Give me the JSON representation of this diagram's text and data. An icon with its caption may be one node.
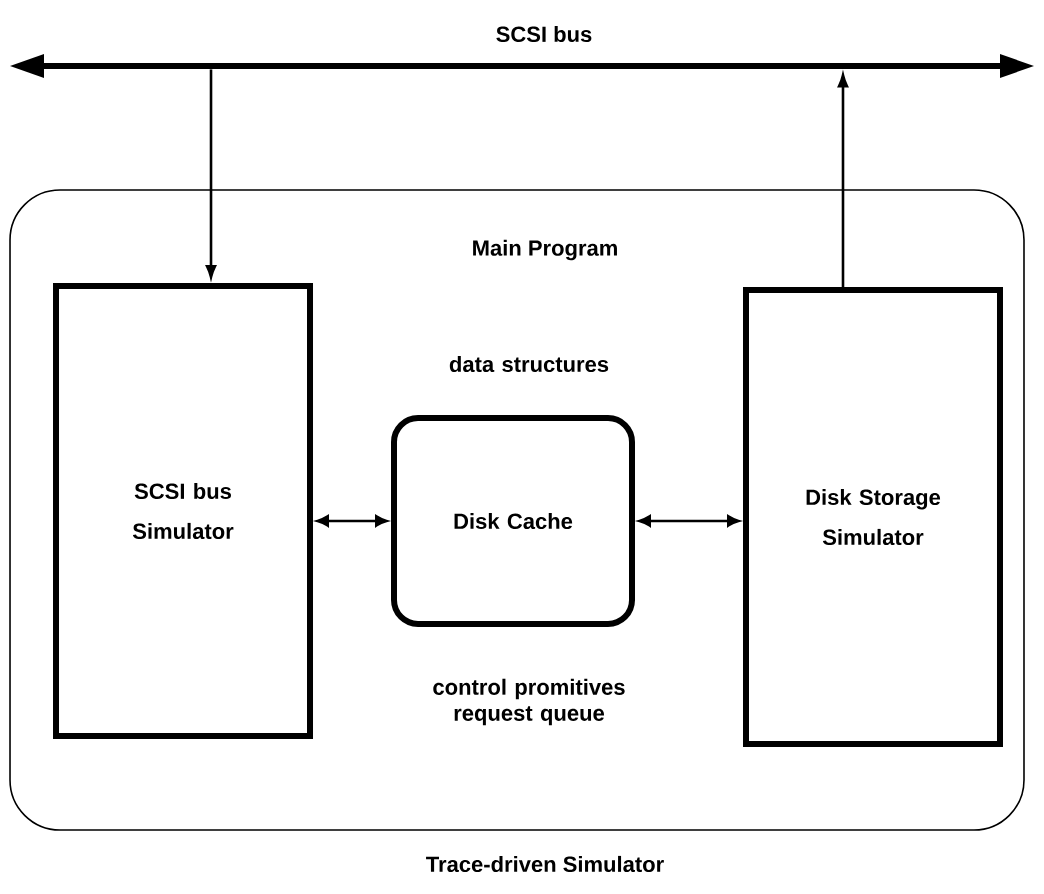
{
  "diagram": {
    "nodes": [
      {
        "text": [
          "SCSI bus"
        ]
      },
      {
        "text": [
          "Main Program"
        ]
      },
      {
        "text": [
          "SCSI bus Simulator"
        ],
        "in": 1
      },
      {
        "text": [
          "Disk Cache"
        ],
        "in": 1,
        "beside": [
          "data structures",
          "control promitives request queue"
        ]
      },
      {
        "text": [
          "Disk Storage Simulator"
        ],
        "in": 1
      }
    ],
    "caption": "Trace-driven Simulator",
    "edges": [
      {
        "from": 0,
        "to": 2,
        "arrow": "to"
      },
      {
        "from": 4,
        "to": 0,
        "arrow": "to"
      },
      {
        "from": 2,
        "to": 3,
        "arrow": "both"
      },
      {
        "from": 3,
        "to": 4,
        "arrow": "both"
      }
    ]
  }
}
